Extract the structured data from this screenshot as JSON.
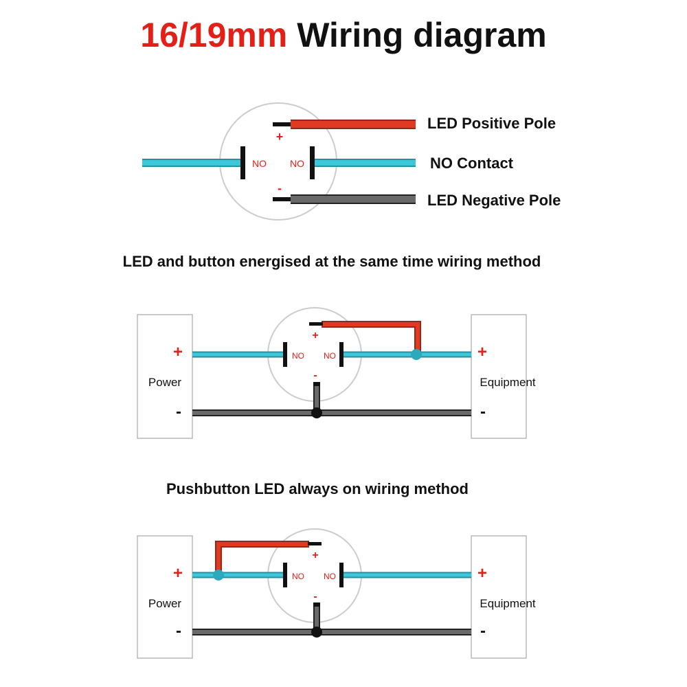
{
  "title": {
    "highlight": "16/19mm",
    "rest": "Wiring diagram"
  },
  "colors": {
    "highlight": "#e32018",
    "positive_wire": "#e03a22",
    "no_wire": "#3cc8d8",
    "negative_wire": "#555555",
    "pin": "#111111",
    "sign": "#e32018"
  },
  "pinout": {
    "led_positive_label": "LED Positive Pole",
    "no_contact_label": "NO Contact",
    "led_negative_label": "LED Negative Pole",
    "no_left": "NO",
    "no_right": "NO",
    "plus": "+",
    "minus": "-"
  },
  "method1": {
    "caption": "LED and button energised at the same time wiring method",
    "power_label": "Power",
    "equipment_label": "Equipment",
    "power_plus": "+",
    "power_minus": "-",
    "equipment_plus": "+",
    "equipment_minus": "-",
    "no_left": "NO",
    "no_right": "NO",
    "led_plus": "+",
    "led_minus": "-"
  },
  "method2": {
    "caption": "Pushbutton LED always on wiring method",
    "power_label": "Power",
    "equipment_label": "Equipment",
    "power_plus": "+",
    "power_minus": "-",
    "equipment_plus": "+",
    "equipment_minus": "-",
    "no_left": "NO",
    "no_right": "NO",
    "led_plus": "+",
    "led_minus": "-"
  }
}
